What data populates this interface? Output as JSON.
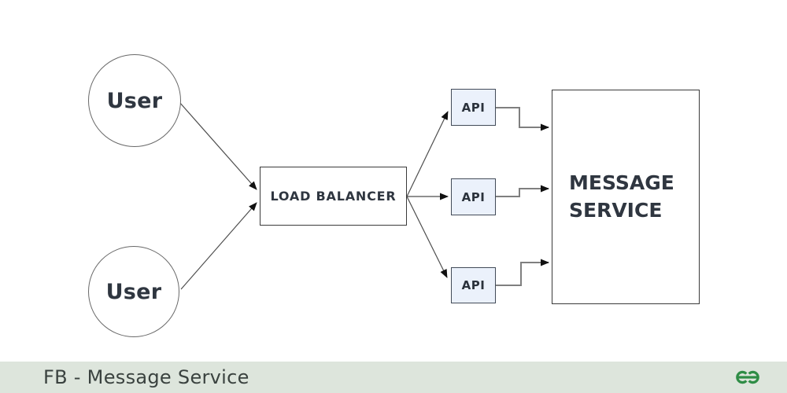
{
  "diagram": {
    "users": [
      {
        "id": "user-1",
        "label": "User"
      },
      {
        "id": "user-2",
        "label": "User"
      }
    ],
    "load_balancer": {
      "label": "LOAD BALANCER"
    },
    "api_nodes": [
      {
        "id": "api-1",
        "label": "API"
      },
      {
        "id": "api-2",
        "label": "API"
      },
      {
        "id": "api-3",
        "label": "API"
      }
    ],
    "message_service": {
      "label": "MESSAGE SERVICE"
    },
    "edges": [
      {
        "from": "user-1",
        "to": "load-balancer",
        "style": "straight-arrow"
      },
      {
        "from": "user-2",
        "to": "load-balancer",
        "style": "straight-arrow"
      },
      {
        "from": "load-balancer",
        "to": "api-1",
        "style": "straight-arrow"
      },
      {
        "from": "load-balancer",
        "to": "api-2",
        "style": "straight-arrow"
      },
      {
        "from": "load-balancer",
        "to": "api-3",
        "style": "straight-arrow"
      },
      {
        "from": "api-1",
        "to": "message-service",
        "style": "elbow-arrow"
      },
      {
        "from": "api-2",
        "to": "message-service",
        "style": "elbow-arrow"
      },
      {
        "from": "api-3",
        "to": "message-service",
        "style": "elbow-arrow"
      }
    ],
    "colors": {
      "api_fill": "#ebf1fb",
      "api_border": "#424b58",
      "node_border": "#3a3a3a",
      "circle_border": "#696969",
      "text": "#2f3640",
      "straight_connector": "#4d4d4d",
      "elbow_connector": "#7f7f7f",
      "arrowhead": "#111111"
    }
  },
  "footer": {
    "caption": "FB - Message Service",
    "logo": "geeksforgeeks-logo",
    "background": "#dde5dc",
    "text_color": "#3a423f",
    "logo_color": "#2f8d46"
  }
}
